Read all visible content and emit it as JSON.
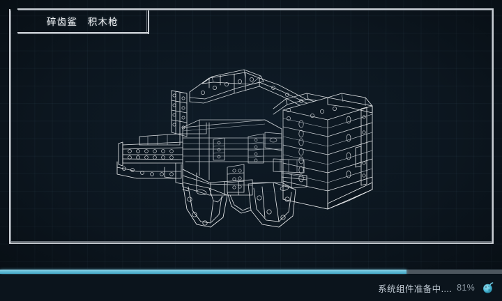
{
  "window": {
    "title_label": "碎齿鲨　积木枪"
  },
  "viewport": {
    "model_name": "block-gun-wireframe",
    "model_description": "CAD wireframe of a LEGO-style block assault rifle",
    "background_color": "#0c161f",
    "grid_line_color": "#16212b",
    "wireframe_color": "#ffffff"
  },
  "status": {
    "message": "系统组件准备中....",
    "percent_label": "81%",
    "percent_value": 81,
    "spinner_icon": "loading-spinner-icon",
    "accent_color": "#63bcd6",
    "track_color": "#4d565e"
  }
}
